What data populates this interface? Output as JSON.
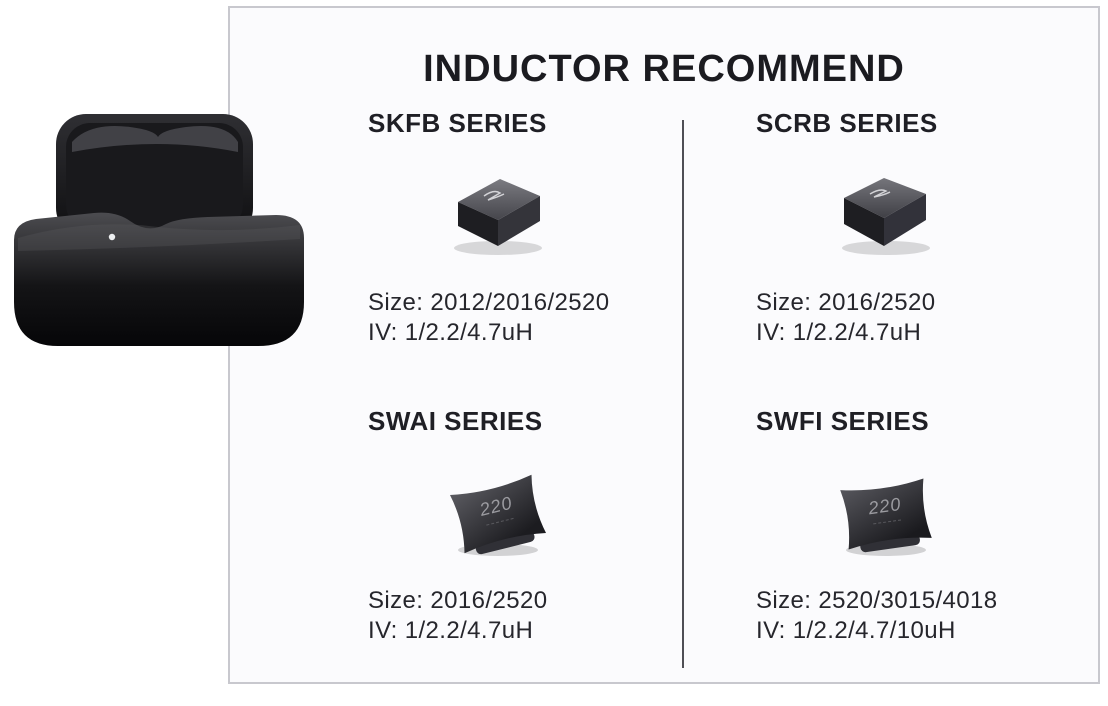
{
  "title": "INDUCTOR RECOMMEND",
  "colors": {
    "panel_border": "#c8c8ce",
    "panel_background": "#fbfbfd",
    "text": "#26262c",
    "divider": "#4f4f55"
  },
  "images": {
    "left_product": "earbuds-charging-case-photo"
  },
  "series": [
    {
      "name": "SKFB SERIES",
      "size": "Size: 2012/2016/2520",
      "iv": "IV: 1/2.2/4.7uH",
      "icon": "smd-chip-inductor"
    },
    {
      "name": "SCRB SERIES",
      "size": "Size: 2016/2520",
      "iv": "IV: 1/2.2/4.7uH",
      "icon": "smd-chip-inductor"
    },
    {
      "name": "SWAI SERIES",
      "size": "Size: 2016/2520",
      "iv": "IV: 1/2.2/4.7uH",
      "icon": "wound-power-inductor",
      "marking": "220"
    },
    {
      "name": "SWFI SERIES",
      "size": "Size: 2520/3015/4018",
      "iv": "IV: 1/2.2/4.7/10uH",
      "icon": "wound-power-inductor",
      "marking": "220"
    }
  ]
}
